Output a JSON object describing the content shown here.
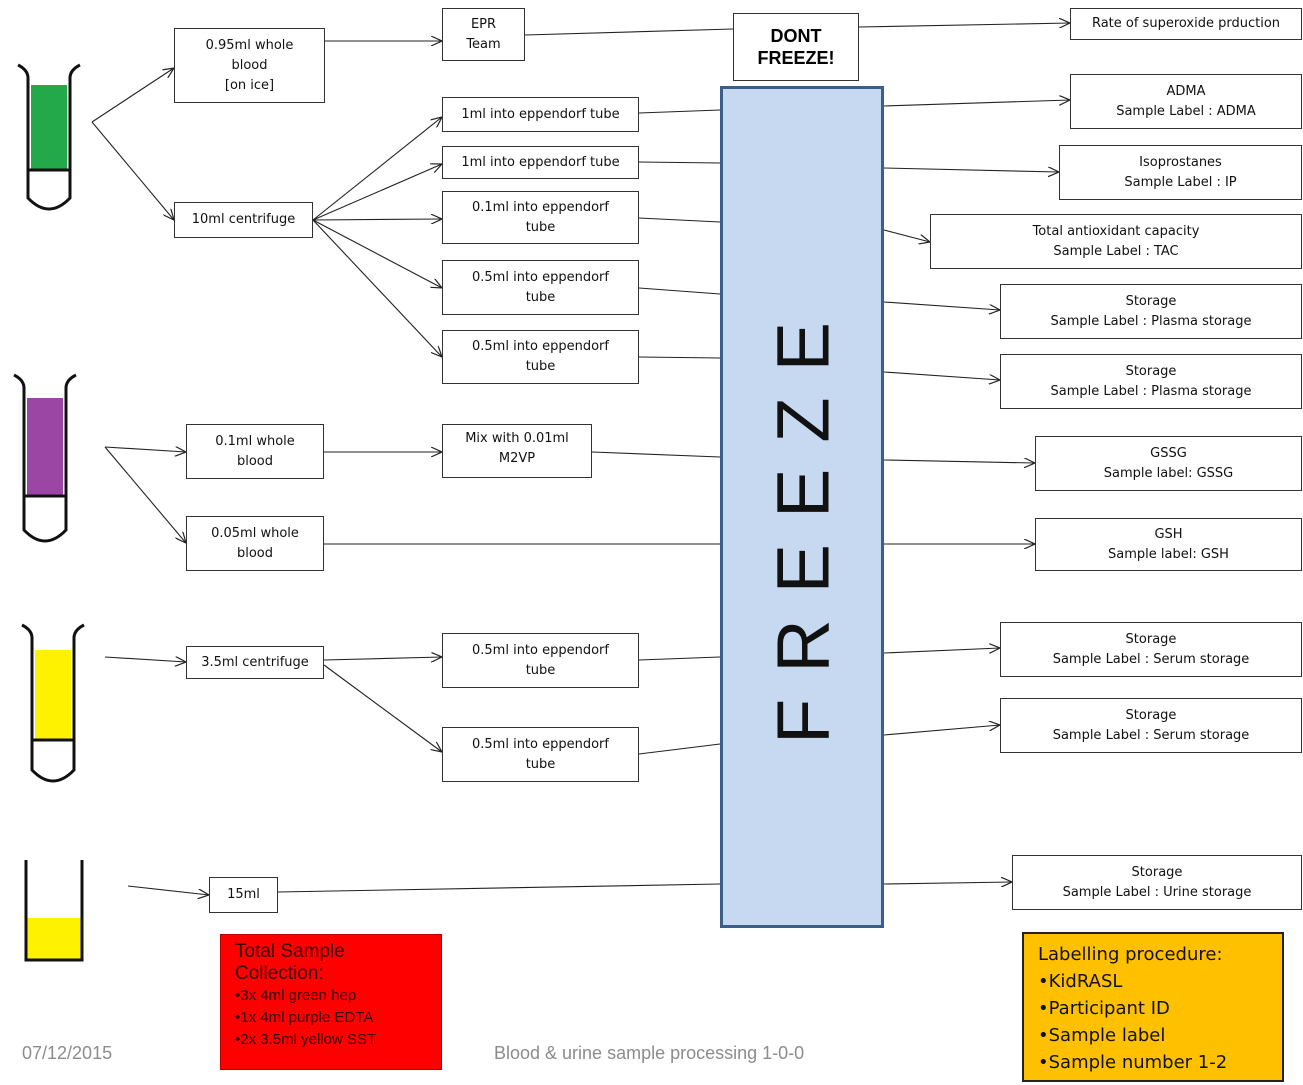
{
  "source_boxes": {
    "whole_blood_095": [
      "0.95ml whole",
      "blood",
      "[on ice]"
    ],
    "centrifuge_10ml": [
      "10ml centrifuge"
    ],
    "whole_blood_01": [
      "0.1ml whole",
      "blood"
    ],
    "whole_blood_005": [
      "0.05ml whole",
      "blood"
    ],
    "centrifuge_35ml": [
      "3.5ml centrifuge"
    ],
    "urine_15ml": [
      "15ml"
    ]
  },
  "processing_boxes": {
    "epr_team": [
      "EPR",
      "Team"
    ],
    "eppendorf_1ml_a": [
      "1ml into eppendorf tube"
    ],
    "eppendorf_1ml_b": [
      "1ml into eppendorf tube"
    ],
    "eppendorf_01ml": [
      "0.1ml into eppendorf",
      "tube"
    ],
    "eppendorf_05ml_a": [
      "0.5ml into eppendorf",
      "tube"
    ],
    "eppendorf_05ml_b": [
      "0.5ml into eppendorf",
      "tube"
    ],
    "mix_m2vp": [
      "Mix with 0.01ml",
      "M2VP"
    ],
    "eppendorf_05ml_c": [
      "0.5ml into eppendorf",
      "tube"
    ],
    "eppendorf_05ml_d": [
      "0.5ml into eppendorf",
      "tube"
    ]
  },
  "dont_freeze": [
    "DONT",
    "FREEZE!"
  ],
  "freeze_label": "FREEZE",
  "output_boxes": {
    "superoxide": [
      "Rate of superoxide prduction"
    ],
    "adma": [
      "ADMA",
      "Sample Label : ADMA"
    ],
    "isoprostanes": [
      "Isoprostanes",
      "Sample Label : IP"
    ],
    "tac": [
      "Total antioxidant capacity",
      "Sample Label : TAC"
    ],
    "plasma_storage_1": [
      "Storage",
      "Sample Label : Plasma storage"
    ],
    "plasma_storage_2": [
      "Storage",
      "Sample Label : Plasma storage"
    ],
    "gssg": [
      "GSSG",
      "Sample label: GSSG"
    ],
    "gsh": [
      "GSH",
      "Sample label: GSH"
    ],
    "serum_storage_1": [
      "Storage",
      "Sample Label : Serum storage"
    ],
    "serum_storage_2": [
      "Storage",
      "Sample Label : Serum storage"
    ],
    "urine_storage": [
      "Storage",
      "Sample Label : Urine storage"
    ]
  },
  "collection_note": {
    "title": "Total Sample Collection:",
    "items": [
      "•3x 4ml green hep",
      "•1x 4ml purple EDTA",
      "•2x 3.5ml yellow SST"
    ]
  },
  "labelling_note": {
    "title": "Labelling procedure:",
    "items": [
      "•KidRASL",
      "•Participant ID",
      "•Sample label",
      "•Sample number 1-2"
    ]
  },
  "footer": {
    "date": "07/12/2015",
    "title": "Blood & urine sample processing 1-0-0"
  },
  "colors": {
    "green_tube": "#23a84a",
    "purple_tube": "#9b46a4",
    "yellow_tube": "#fff200",
    "urine": "#fff200",
    "freeze_fill": "#c6d9f1",
    "freeze_border": "#3b5f8a",
    "collection_box": "#ff0000",
    "labelling_box": "#ffc000"
  }
}
